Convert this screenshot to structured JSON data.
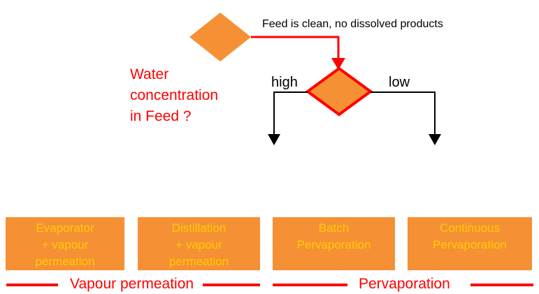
{
  "diagram": {
    "top_note": "Feed is clean, no dissolved products",
    "question_lines": [
      "Water",
      "concentration",
      "in Feed ?"
    ],
    "branch_high": "high",
    "branch_low": "low",
    "boxes": [
      {
        "lines": [
          "Evaporator",
          "+ vapour",
          "permeation"
        ]
      },
      {
        "lines": [
          "Distillation",
          "+ vapour",
          "permeation"
        ]
      },
      {
        "lines": [
          "Batch",
          "Pervaporation"
        ]
      },
      {
        "lines": [
          "Continuous",
          "Pervaporation"
        ]
      }
    ],
    "categories": [
      {
        "label": "Vapour permeation"
      },
      {
        "label": "Pervaporation"
      }
    ],
    "icons": {
      "feed_diamond": "orange-diamond-shape",
      "decision_diamond": "orange-diamond-with-red-border",
      "red_connector": "elbow-connector-down-arrow",
      "branch_connectors": "elbow-connector-down-arrow"
    },
    "colors": {
      "orange_fill": "#fca04a",
      "orange_dither": "#f08020",
      "red": "#ff0000",
      "box_text_yellow": "#ffcc00",
      "black": "#000000",
      "background": "#ffffff"
    }
  }
}
